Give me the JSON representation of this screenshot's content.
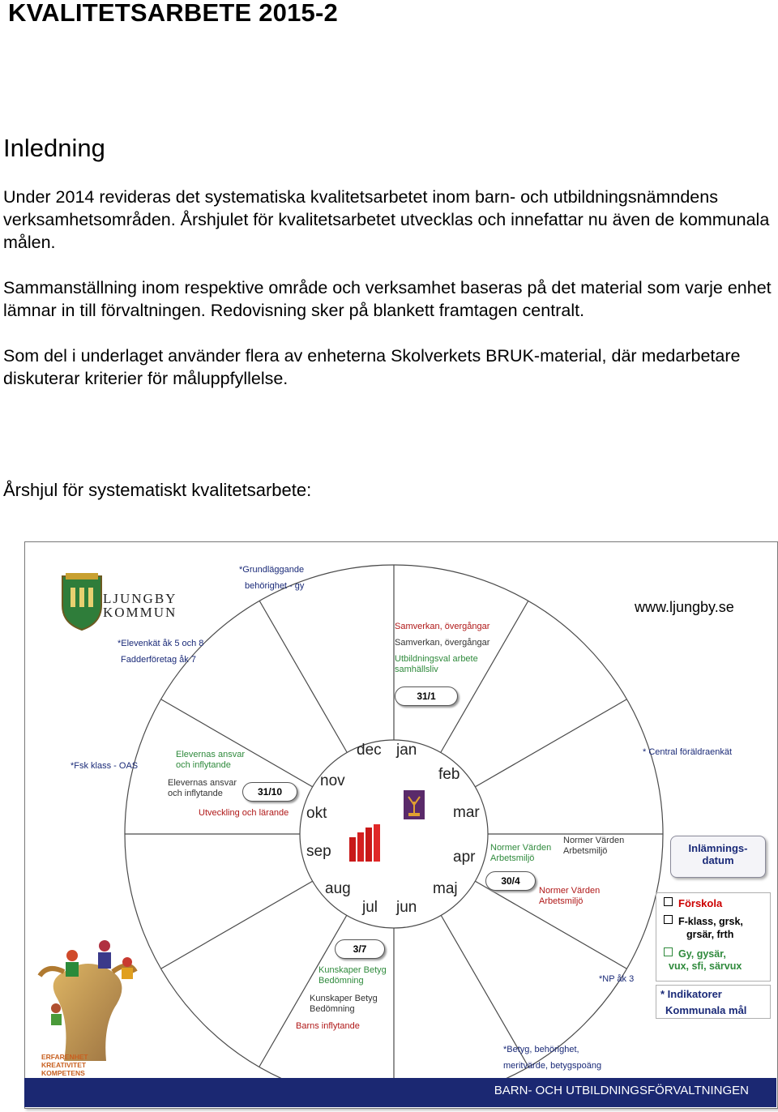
{
  "doc": {
    "title": "KVALITETSARBETE 2015-2",
    "section_heading": "Inledning",
    "paragraph1": "Under 2014 revideras det systematiska kvalitetsarbetet inom barn- och utbildningsnämndens verksamhetsområden. Årshjulet för kvalitetsarbetet utvecklas och innefattar nu även de kommunala målen.",
    "paragraph2": "Sammanställning inom respektive område och verksamhet baseras på det material som varje enhet lämnar in till förvaltningen. Redovisning sker på blankett framtagen centralt.",
    "paragraph3": "Som del i underlaget använder flera av enheterna Skolverkets BRUK-material, där medarbetare diskuterar kriterier för måluppfyllelse.",
    "wheel_heading": "Årshjul för systematiskt kvalitetsarbete:"
  },
  "figure": {
    "logo_line1": "LJUNGBY",
    "logo_line2": "KOMMUN",
    "website": "www.ljungby.se",
    "footer": "BARN- OCH UTBILDNINGSFÖRVALTNINGEN",
    "months": {
      "jan": "jan",
      "feb": "feb",
      "mar": "mar",
      "apr": "apr",
      "maj": "maj",
      "jun": "jun",
      "jul": "jul",
      "aug": "aug",
      "sep": "sep",
      "okt": "okt",
      "nov": "nov",
      "dec": "dec"
    },
    "dates": {
      "d1": "31/1",
      "d2": "30/4",
      "d3": "3/7",
      "d4": "31/10"
    },
    "notes": {
      "grund1": "*Grundläggande",
      "grund2": "behörighet - gy",
      "elevenkat": "*Elevenkät åk 5 och 8",
      "fadder": "Fadderföretag åk 7",
      "samverkan_red": "Samverkan, övergångar",
      "samverkan": "Samverkan, övergångar",
      "utbval1": "Utbildningsval arbete",
      "utbval2": "samhällsliv",
      "fsk": "*Fsk klass - OAS",
      "ansvar_g1": "Elevernas ansvar",
      "ansvar_g2": "och inflytande",
      "ansvar1": "Elevernas ansvar",
      "ansvar2": "och inflytande",
      "utveckling": "Utveckling och lärande",
      "foraldra": "* Central föräldraenkät",
      "normer_g1": "Normer Värden",
      "normer_g2": "Arbetsmiljö",
      "normer1": "Normer Värden",
      "normer2": "Arbetsmiljö",
      "normer_r1": "Normer Värden",
      "normer_r2": "Arbetsmiljö",
      "kunskap_g1": "Kunskaper Betyg",
      "kunskap_g2": "Bedömning",
      "kunskap1": "Kunskaper Betyg",
      "kunskap2": "Bedömning",
      "barns": "Barns inflytande",
      "np": "*NP åk 3",
      "betyg1": "*Betyg, behörighet,",
      "betyg2": "meritvärde, betygspoäng"
    },
    "legend": {
      "title1": "Inlämnings-",
      "title2": "datum",
      "item1": "Förskola",
      "item2a": "F-klass, grsk,",
      "item2b": "grsär, frth",
      "item3a": "Gy, gysär,",
      "item3b": "vux, sfi, särvux",
      "ind1": "* Indikatorer",
      "ind2": "Kommunala mål"
    },
    "badges": {
      "erf1": "ERFARENHET",
      "erf2": "KREATIVITET",
      "erf3": "KOMPETENS"
    }
  }
}
